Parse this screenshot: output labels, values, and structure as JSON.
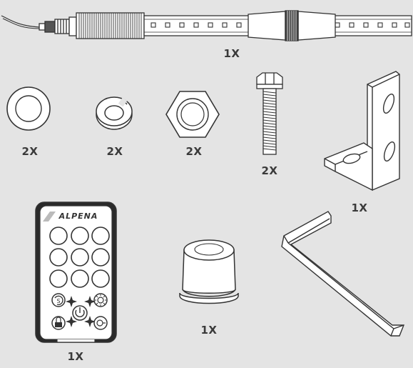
{
  "parts": {
    "led_strip": {
      "qty": "1X"
    },
    "flat_washer": {
      "qty": "2X"
    },
    "lock_washer": {
      "qty": "2X"
    },
    "hex_nut": {
      "qty": "2X"
    },
    "hex_bolt": {
      "qty": "2X"
    },
    "l_bracket": {
      "qty": "1X"
    },
    "remote": {
      "qty": "1X",
      "brand": "ALPENA"
    },
    "end_cap": {
      "qty": "1X"
    },
    "allen_key": {
      "qty": ""
    }
  },
  "colors": {
    "background": "#e4e4e4",
    "outline": "#333333",
    "fill": "#ffffff",
    "label": "#3a3a3a"
  },
  "icons": [
    "power-icon",
    "lock-icon",
    "light-burst-icon",
    "rotate-icon",
    "speed-icon",
    "sparkle-icon"
  ]
}
